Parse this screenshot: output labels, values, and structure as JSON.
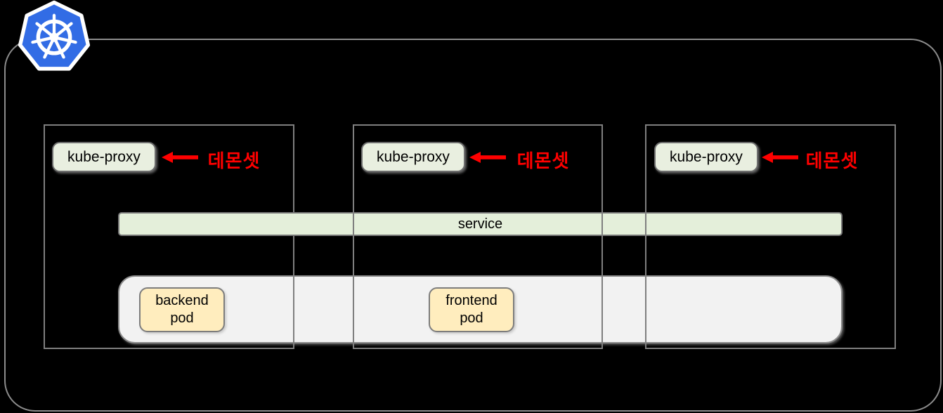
{
  "colors": {
    "background": "#000000",
    "frame_border": "#8c8c8c",
    "node_border": "#7f7f7f",
    "kube_proxy_fill": "#e9efe0",
    "service_fill": "#e4efda",
    "strip_fill": "#f2f2f2",
    "pod_fill": "#ffedbe",
    "accent_red": "#ff0000",
    "logo_blue": "#326ce5"
  },
  "logo": {
    "icon": "kubernetes-helm-wheel"
  },
  "nodes": [
    {
      "kube_proxy_label": "kube-proxy",
      "daemonset_label": "데몬셋"
    },
    {
      "kube_proxy_label": "kube-proxy",
      "daemonset_label": "데몬셋"
    },
    {
      "kube_proxy_label": "kube-proxy",
      "daemonset_label": "데몬셋"
    }
  ],
  "service": {
    "label": "service"
  },
  "pods": [
    {
      "label": "backend pod"
    },
    {
      "label": "frontend pod"
    }
  ]
}
